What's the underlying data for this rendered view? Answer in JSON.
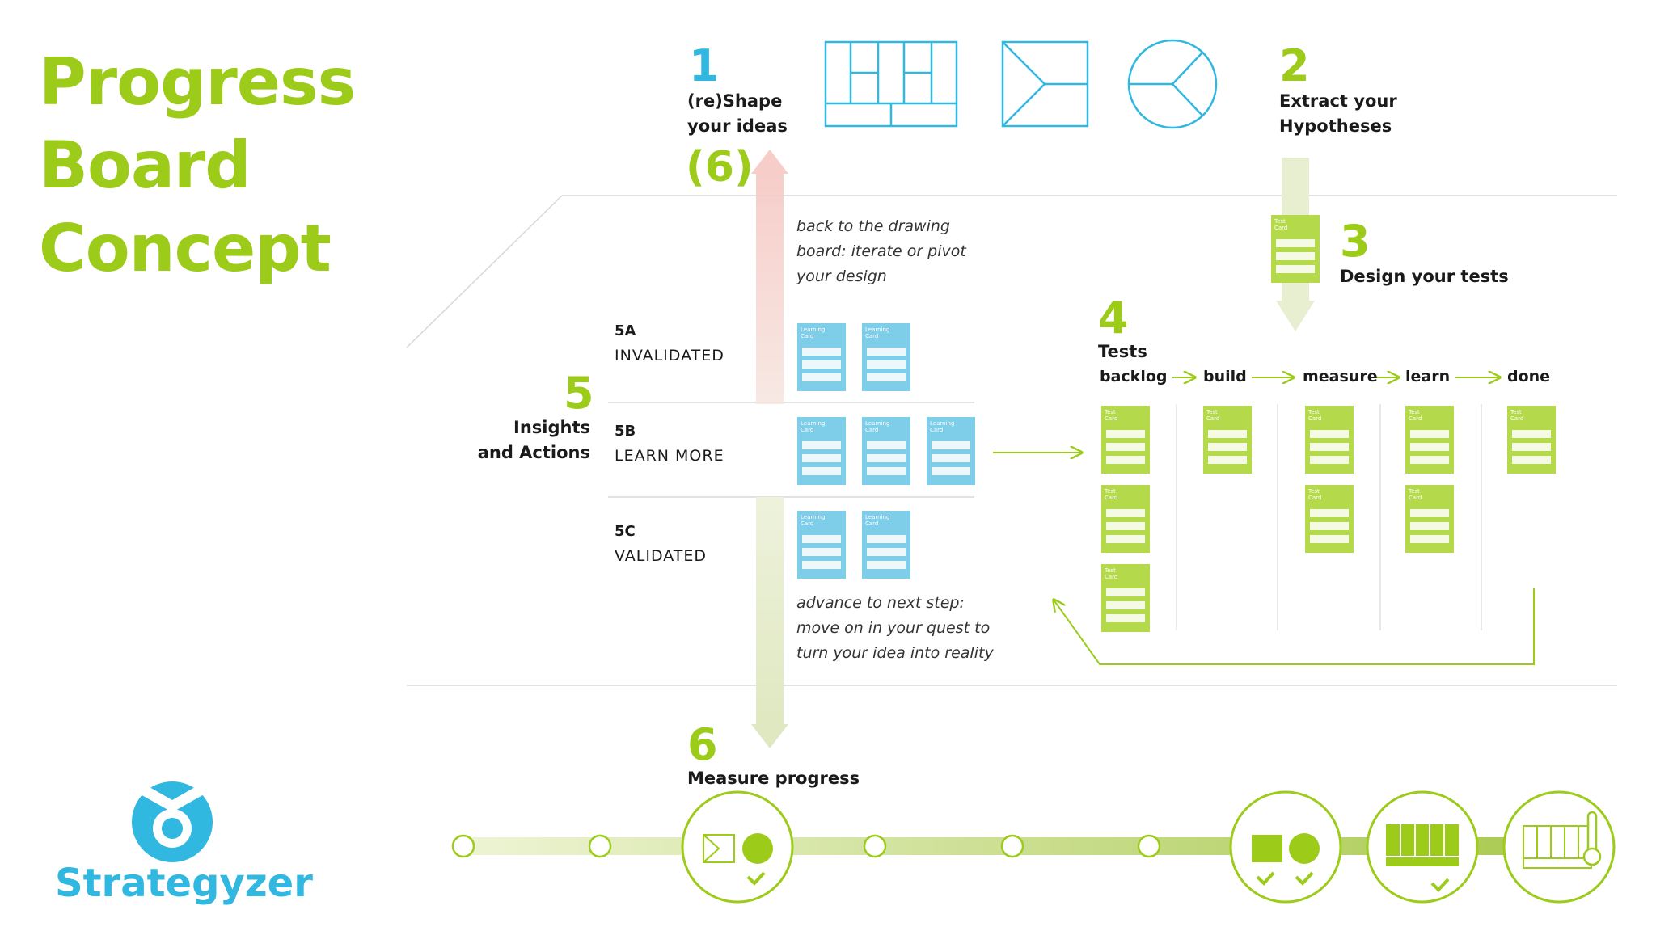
{
  "title": {
    "line1": "Progress",
    "line2": "Board",
    "line3": "Concept"
  },
  "step1": {
    "number": "1",
    "line1": "(re)Shape",
    "line2": "your ideas",
    "sub": "(6)"
  },
  "step2": {
    "number": "2",
    "line1": "Extract your",
    "line2": "Hypotheses"
  },
  "step3": {
    "number": "3",
    "label": "Design your tests"
  },
  "step4": {
    "number": "4",
    "label": "Tests",
    "stages": [
      "backlog",
      "build",
      "measure",
      "learn",
      "done"
    ]
  },
  "step5": {
    "number": "5",
    "line1": "Insights",
    "line2": "and Actions"
  },
  "step6": {
    "number": "6",
    "label": "Measure progress"
  },
  "rows": [
    {
      "code": "5A",
      "name": "INVALIDATED"
    },
    {
      "code": "5B",
      "name": "LEARN MORE"
    },
    {
      "code": "5C",
      "name": "VALIDATED"
    }
  ],
  "notes": {
    "back": [
      "back to the drawing",
      "board: iterate or pivot",
      "your design"
    ],
    "advance": [
      "advance to next step:",
      "move on in your quest to",
      "turn your idea into reality"
    ]
  },
  "cards": {
    "learning": "Learning Card",
    "test": "Test Card"
  },
  "brand": {
    "name": "Strategyzer"
  },
  "colors": {
    "green": "#9ccb1a",
    "blue": "#30b8e0",
    "lightblue": "#7ecde9"
  }
}
